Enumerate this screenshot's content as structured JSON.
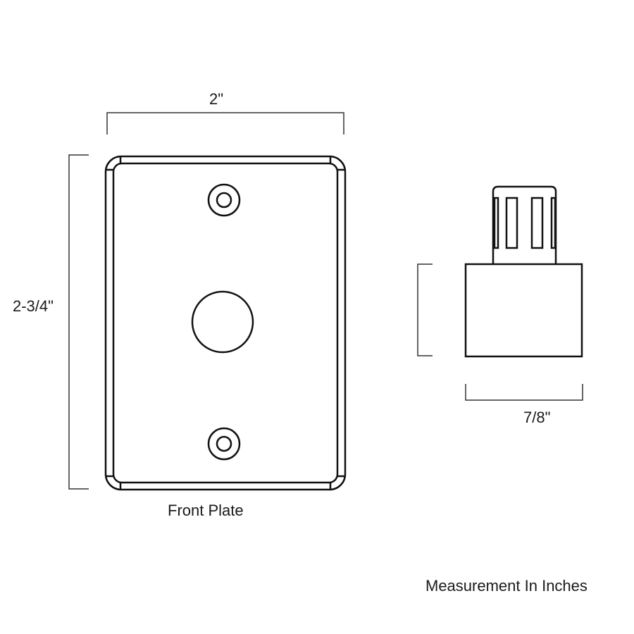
{
  "labels": {
    "width": "2\"",
    "height": "2-3/4\"",
    "knob_width": "7/8\"",
    "front_plate": "Front Plate",
    "units_note": "Measurement In Inches"
  },
  "colors": {
    "stroke": "#111111",
    "dimension_line": "#333333",
    "background": "#ffffff"
  },
  "components": [
    {
      "name": "front-plate",
      "screws": 2,
      "center_hole": 1
    },
    {
      "name": "dimmer-knob",
      "slots": 4
    }
  ]
}
